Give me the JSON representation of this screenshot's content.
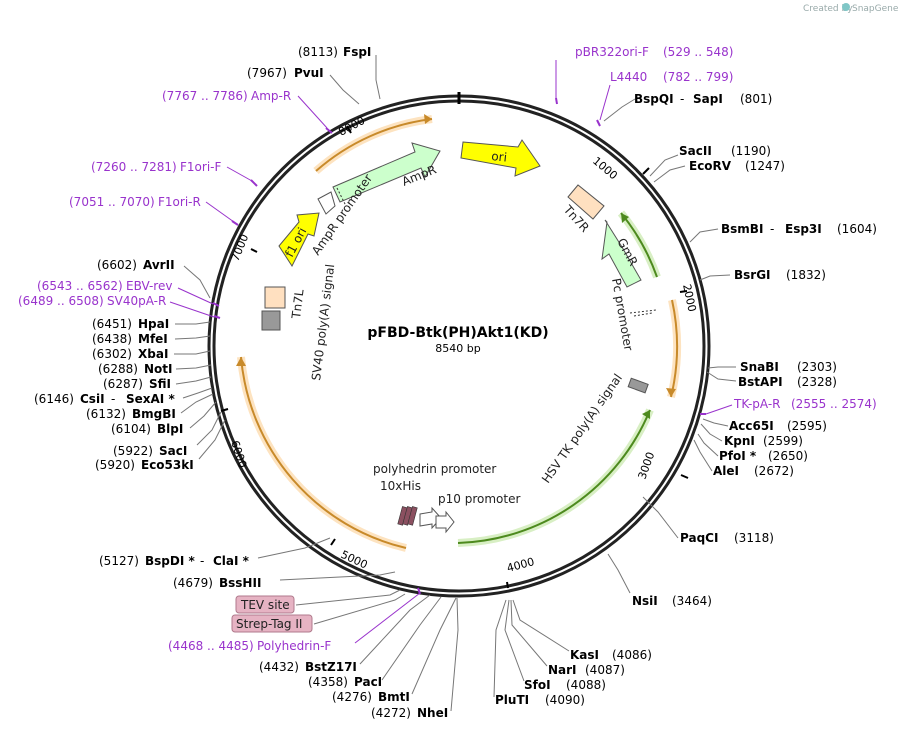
{
  "credit": {
    "prefix": "Created by",
    "brand": "SnapGene"
  },
  "plasmid": {
    "name": "pFBD-Btk(PH)Akt1(KD)",
    "length_label": "8540 bp"
  },
  "ticks": [
    "1000",
    "2000",
    "3000",
    "4000",
    "5000",
    "6000",
    "7000",
    "8000"
  ],
  "enzymes": [
    {
      "id": "fspi",
      "name": "FspI",
      "pos": "(8113)"
    },
    {
      "id": "pvui",
      "name": "PvuI",
      "pos": "(7967)"
    },
    {
      "id": "bspqi",
      "name": "BspQI",
      "sep": " - ",
      "name2": "SapI",
      "pos": "(801)"
    },
    {
      "id": "sacii",
      "name": "SacII",
      "pos": "(1190)"
    },
    {
      "id": "ecorv",
      "name": "EcoRV",
      "pos": "(1247)"
    },
    {
      "id": "bsmbi",
      "name": "BsmBI",
      "sep": " - ",
      "name2": "Esp3I",
      "pos": "(1604)"
    },
    {
      "id": "bsrgi",
      "name": "BsrGI",
      "pos": "(1832)"
    },
    {
      "id": "snabi",
      "name": "SnaBI",
      "pos": "(2303)"
    },
    {
      "id": "bstapi",
      "name": "BstAPI",
      "pos": "(2328)"
    },
    {
      "id": "acc65i",
      "name": "Acc65I",
      "pos": "(2595)"
    },
    {
      "id": "kpni",
      "name": "KpnI",
      "pos": "(2599)"
    },
    {
      "id": "pfoi",
      "name": "PfoI *",
      "pos": "(2650)"
    },
    {
      "id": "alei",
      "name": "AleI",
      "pos": "(2672)"
    },
    {
      "id": "paqci",
      "name": "PaqCI",
      "pos": "(3118)"
    },
    {
      "id": "nsii",
      "name": "NsiI",
      "pos": "(3464)"
    },
    {
      "id": "kasi",
      "name": "KasI",
      "pos": "(4086)"
    },
    {
      "id": "nari",
      "name": "NarI",
      "pos": "(4087)"
    },
    {
      "id": "sfoi",
      "name": "SfoI",
      "pos": "(4088)"
    },
    {
      "id": "pluti",
      "name": "PluTI",
      "pos": "(4090)"
    },
    {
      "id": "nhei",
      "name": "NheI",
      "pos": "(4272)"
    },
    {
      "id": "bmti",
      "name": "BmtI",
      "pos": "(4276)"
    },
    {
      "id": "paci",
      "name": "PacI",
      "pos": "(4358)"
    },
    {
      "id": "bstz17i",
      "name": "BstZ17I",
      "pos": "(4432)"
    },
    {
      "id": "bsshii",
      "name": "BssHII",
      "pos": "(4679)"
    },
    {
      "id": "bspdi",
      "name": "BspDI *",
      "sep": " - ",
      "name2": "ClaI *",
      "pos": "(5127)"
    },
    {
      "id": "eco53ki",
      "name": "Eco53kI",
      "pos": "(5920)"
    },
    {
      "id": "saci",
      "name": "SacI",
      "pos": "(5922)"
    },
    {
      "id": "blpi",
      "name": "BlpI",
      "pos": "(6104)"
    },
    {
      "id": "bmgbi",
      "name": "BmgBI",
      "pos": "(6132)"
    },
    {
      "id": "csii",
      "name": "CsiI",
      "sep": " - ",
      "name2": "SexAI *",
      "pos": "(6146)"
    },
    {
      "id": "sfii",
      "name": "SfiI",
      "pos": "(6287)"
    },
    {
      "id": "noti",
      "name": "NotI",
      "pos": "(6288)"
    },
    {
      "id": "xbai",
      "name": "XbaI",
      "pos": "(6302)"
    },
    {
      "id": "mfei",
      "name": "MfeI",
      "pos": "(6438)"
    },
    {
      "id": "hpai",
      "name": "HpaI",
      "pos": "(6451)"
    },
    {
      "id": "avrii",
      "name": "AvrII",
      "pos": "(6602)"
    }
  ],
  "primers": [
    {
      "id": "pbr322ori-f",
      "name": "pBR322ori-F",
      "range": "(529 .. 548)"
    },
    {
      "id": "l4440",
      "name": "L4440",
      "range": "(782 .. 799)"
    },
    {
      "id": "amp-r",
      "name": "Amp-R",
      "range": "(7767 .. 7786)"
    },
    {
      "id": "f1ori-f",
      "name": "F1ori-F",
      "range": "(7260 .. 7281)"
    },
    {
      "id": "f1ori-r",
      "name": "F1ori-R",
      "range": "(7051 .. 7070)"
    },
    {
      "id": "ebv-rev",
      "name": "EBV-rev",
      "range": "(6543 .. 6562)"
    },
    {
      "id": "sv40pa-r",
      "name": "SV40pA-R",
      "range": "(6489 .. 6508)"
    },
    {
      "id": "tk-pa-r",
      "name": "TK-pA-R",
      "range": "(2555 .. 2574)"
    },
    {
      "id": "polyhedrin-f",
      "name": "Polyhedrin-F",
      "range": "(4468 .. 4485)"
    }
  ],
  "features": {
    "ori": "ori",
    "ampr": "AmpR",
    "ampr_promoter": "AmpR promoter",
    "f1_ori": "f1 ori",
    "tn7l": "Tn7L",
    "sv40_polya": "SV40 poly(A) signal",
    "tn7r": "Tn7R",
    "gmr": "GmR",
    "pc_promoter": "Pc promoter",
    "hsv_tk_polya": "HSV TK poly(A) signal",
    "polyhedrin_promoter": "polyhedrin promoter",
    "his10": "10xHis",
    "p10_promoter": "p10 promoter"
  },
  "boxed_labels": {
    "tev_site": "TEV site",
    "strep_tag": "Strep-Tag II"
  },
  "colors": {
    "ori": "#ffff00",
    "ampr": "#ccffcc",
    "gmr": "#ccffcc",
    "tn7": "#ffe0c0",
    "polya": "#999999",
    "primer": "#9933cc",
    "orf_orange": "#e8a33d",
    "orf_green": "#7bbf3a",
    "tag_box": "#e6b3c3"
  }
}
